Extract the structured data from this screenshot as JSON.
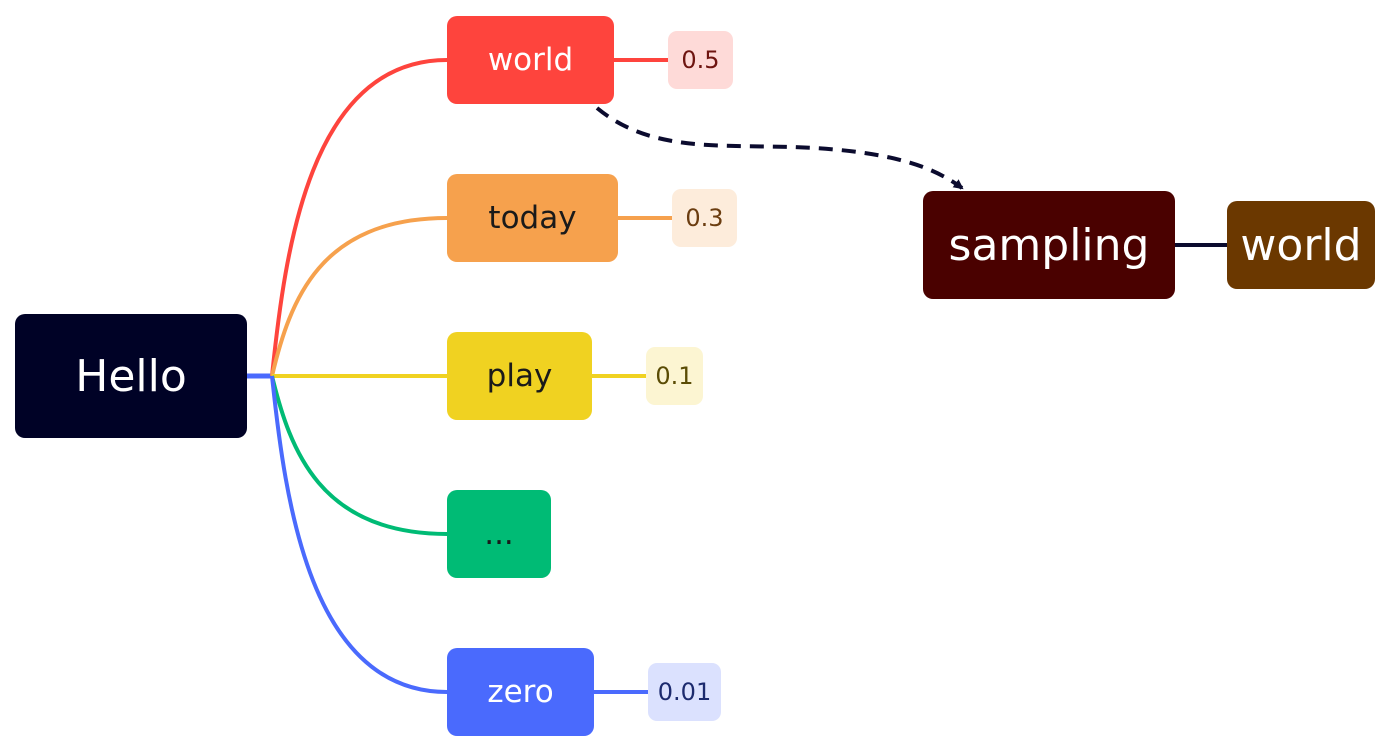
{
  "root": {
    "label": "Hello",
    "bg": "#000226",
    "fg": "#ffffff"
  },
  "branches": [
    {
      "id": "world",
      "label": "world",
      "probability": "0.5",
      "color": "#fe443d",
      "text": "#ffffff",
      "chip_bg": "#fedad8",
      "chip_fg": "#6e1410"
    },
    {
      "id": "today",
      "label": "today",
      "probability": "0.3",
      "color": "#f6a14d",
      "text": "#1a1a1a",
      "chip_bg": "#fdecdb",
      "chip_fg": "#6b3d10"
    },
    {
      "id": "play",
      "label": "play",
      "probability": "0.1",
      "color": "#f0d221",
      "text": "#1a1a1a",
      "chip_bg": "#fcf5d2",
      "chip_fg": "#5a4c05"
    },
    {
      "id": "ellipsis",
      "label": "...",
      "probability": "",
      "color": "#00bb75",
      "text": "#1a1a1a",
      "chip_bg": "",
      "chip_fg": ""
    },
    {
      "id": "zero",
      "label": "zero",
      "probability": "0.01",
      "color": "#4a6afd",
      "text": "#ffffff",
      "chip_bg": "#dbe1fe",
      "chip_fg": "#1c2a6e"
    }
  ],
  "sampling": {
    "label": "sampling",
    "bg": "#4a0100",
    "fg": "#ffffff"
  },
  "result": {
    "label": "world",
    "bg": "#6b3800",
    "fg": "#ffffff"
  },
  "colors": {
    "dashed_arrow": "#0b0b2e",
    "sampling_connector": "#0b0b2e"
  }
}
